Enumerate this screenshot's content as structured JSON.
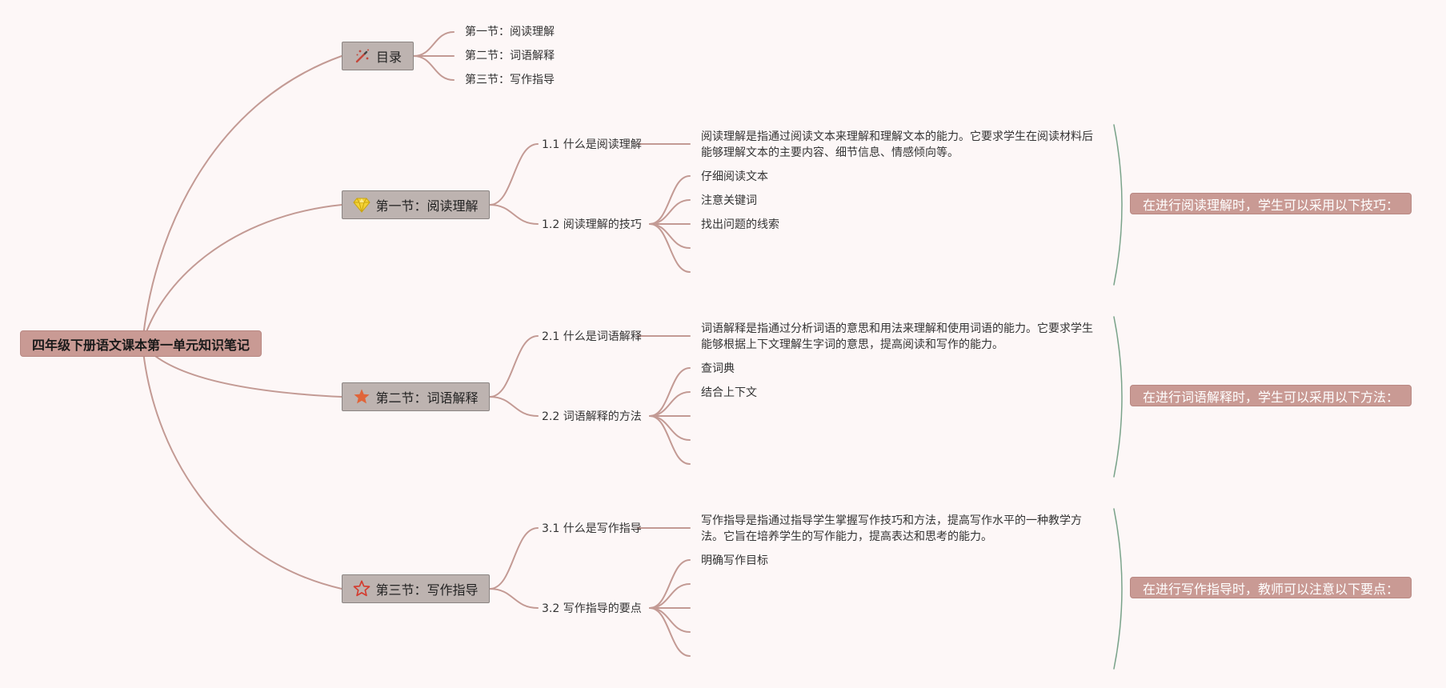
{
  "root": {
    "title": "四年级下册语文课本第一单元知识笔记"
  },
  "toc": {
    "title": "目录",
    "icon": "magic-wand-icon",
    "items": [
      "第一节：阅读理解",
      "第二节：词语解释",
      "第三节：写作指导"
    ]
  },
  "sections": [
    {
      "title": "第一节：阅读理解",
      "icon": "diamond-icon",
      "definition_label": "1.1 什么是阅读理解",
      "definition_text": "阅读理解是指通过阅读文本来理解和理解文本的能力。它要求学生在阅读材料后能够理解文本的主要内容、细节信息、情感倾向等。",
      "method_label": "1.2 阅读理解的技巧",
      "method_items": [
        "仔细阅读文本",
        "注意关键词",
        "找出问题的线索",
        "",
        ""
      ],
      "summary": "在进行阅读理解时，学生可以采用以下技巧："
    },
    {
      "title": "第二节：词语解释",
      "icon": "star-filled-icon",
      "definition_label": "2.1 什么是词语解释",
      "definition_text": "词语解释是指通过分析词语的意思和用法来理解和使用词语的能力。它要求学生能够根据上下文理解生字词的意思，提高阅读和写作的能力。",
      "method_label": "2.2 词语解释的方法",
      "method_items": [
        "查词典",
        "结合上下文",
        "",
        "",
        ""
      ],
      "summary": "在进行词语解释时，学生可以采用以下方法："
    },
    {
      "title": "第三节：写作指导",
      "icon": "star-outline-icon",
      "definition_label": "3.1 什么是写作指导",
      "definition_text": "写作指导是指通过指导学生掌握写作技巧和方法，提高写作水平的一种教学方法。它旨在培养学生的写作能力，提高表达和思考的能力。",
      "method_label": "3.2 写作指导的要点",
      "method_items": [
        "明确写作目标",
        "",
        "",
        "",
        ""
      ],
      "summary": "在进行写作指导时，教师可以注意以下要点："
    }
  ],
  "colors": {
    "branch_line": "#c39a94",
    "bracket_line": "#7aa38a",
    "root_fill": "#c99a94",
    "main_fill": "#bdb3b0",
    "summary_fill": "#c99a94",
    "background": "#fdf7f7"
  }
}
